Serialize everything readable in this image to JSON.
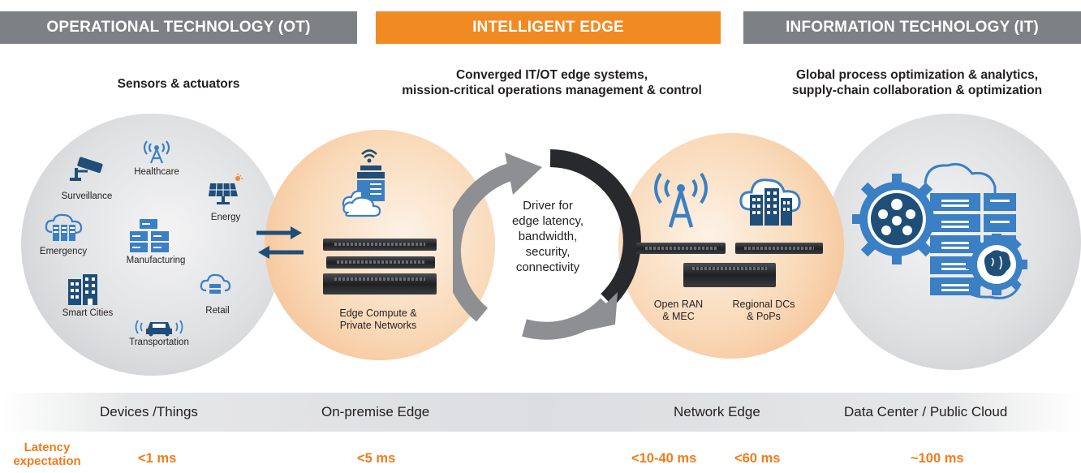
{
  "headers": {
    "ot": "OPERATIONAL TECHNOLOGY (OT)",
    "edge": "INTELLIGENT EDGE",
    "it": "INFORMATION TECHNOLOGY (IT)"
  },
  "subtitles": {
    "ot": "Sensors & actuators",
    "edge_line1": "Converged IT/OT edge systems,",
    "edge_line2": "mission-critical operations management & control",
    "it_line1": "Global process optimization & analytics,",
    "it_line2": "supply-chain collaboration & optimization"
  },
  "ot_items": {
    "healthcare": "Healthcare",
    "surveillance": "Surveillance",
    "energy": "Energy",
    "emergency": "Emergency",
    "manufacturing": "Manufacturing",
    "smart_cities": "Smart Cities",
    "retail": "Retail",
    "transportation": "Transportation"
  },
  "edge_compute": {
    "line1": "Edge Compute &",
    "line2": "Private Networks"
  },
  "driver": {
    "line1": "Driver for",
    "line2": "edge latency,",
    "line3": "bandwidth,",
    "line4": "security,",
    "line5": "connectivity"
  },
  "network_edge": {
    "open_ran_1": "Open RAN",
    "open_ran_2": "& MEC",
    "regional_1": "Regional DCs",
    "regional_2": "& PoPs"
  },
  "tiers": {
    "devices": "Devices /Things",
    "on_prem": "On-premise Edge",
    "network": "Network Edge",
    "datacenter": "Data Center / Public Cloud"
  },
  "latency": {
    "title_1": "Latency",
    "title_2": "expectation",
    "devices": "<1 ms",
    "on_prem": "<5 ms",
    "network_ran": "<10-40 ms",
    "network_regional": "<60 ms",
    "datacenter": "~100 ms"
  },
  "colors": {
    "orange": "#f28a24",
    "gray_header": "#7d8084",
    "navy_icon": "#1f4e79",
    "blue_icon": "#3b7fc4",
    "latency_orange": "#f07c1b"
  },
  "icons": [
    "healthcare-antenna-icon",
    "surveillance-camera-icon",
    "solar-panel-icon",
    "cloud-server-icon",
    "server-rack-icon",
    "building-icon",
    "car-signal-icon",
    "wifi-router-icon",
    "cell-tower-icon",
    "cloud-building-icon",
    "gear-icon",
    "brain-icon"
  ]
}
